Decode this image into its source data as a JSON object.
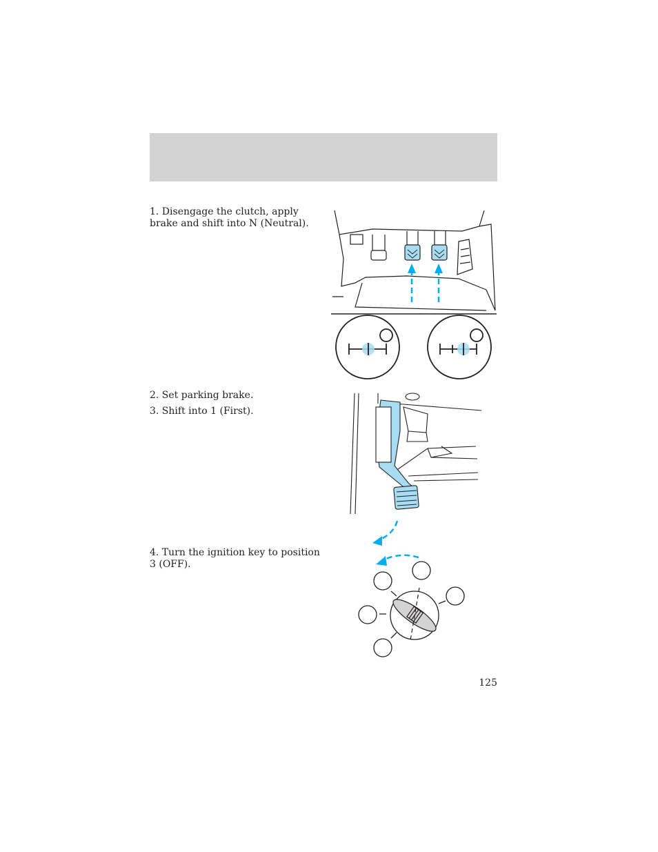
{
  "page": {
    "header_text": "",
    "page_number": "125"
  },
  "steps": [
    {
      "text": "1. Disengage the clutch, apply brake and shift into N (Neutral)."
    },
    {
      "text": "2. Set parking brake."
    },
    {
      "text": "3. Shift into 1 (First)."
    },
    {
      "text": "4. Turn the ignition key to position 3 (OFF)."
    }
  ],
  "colors": {
    "header_bar": "#d3d3d3",
    "highlight_blue": "#00aeef",
    "highlight_fill": "#a8dcf2",
    "line": "#231f20"
  },
  "illustrations": {
    "pedals": {
      "icon": "pedal-area-icon"
    },
    "shift_gauges": {
      "icon": "gear-position-icon"
    },
    "clutch_pedal": {
      "icon": "clutch-pedal-icon"
    },
    "ignition": {
      "icon": "ignition-switch-icon"
    }
  }
}
